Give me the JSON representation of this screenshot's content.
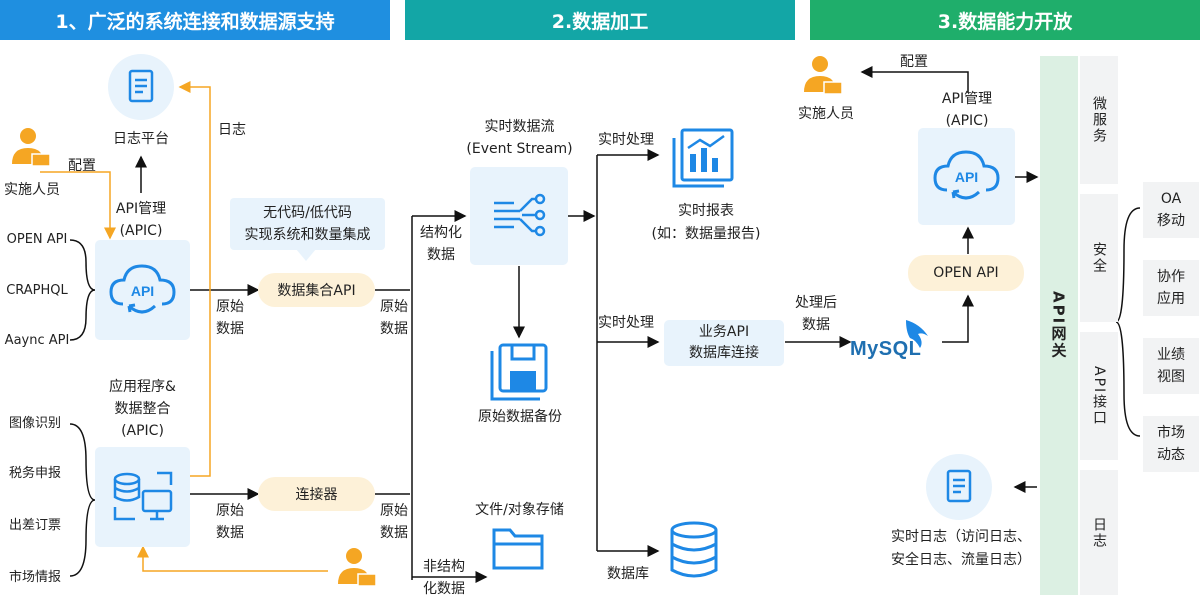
{
  "headers": [
    {
      "label": "1、广泛的系统连接和数据源支持",
      "color": "#1f8fe0"
    },
    {
      "label": "2.数据加工",
      "color": "#13a6a6"
    },
    {
      "label": "3.数据能力开放",
      "color": "#1fae6b"
    }
  ],
  "section1": {
    "log_platform": "日志平台",
    "log_label": "日志",
    "config_label": "配置",
    "implementer": "实施人员",
    "apic_title": "API管理\n(APIC)",
    "api_types": [
      "OPEN API",
      "CRAPHQL",
      "Aaync API"
    ],
    "app_title": "应用程序&\n数据整合\n(APIC)",
    "app_types": [
      "图像识别",
      "税务申报",
      "出差订票",
      "市场情报"
    ],
    "raw_data_1": "原始\n数据",
    "raw_data_2": "原始\n数据",
    "callout": "无代码/低代码\n实现系统和数量集成",
    "pill_integration": "数据集合API",
    "pill_connector": "连接器",
    "raw_data_3": "原始\n数据",
    "raw_data_4": "原始\n数据"
  },
  "section2": {
    "structured": "结构化\n数据",
    "unstructured": "非结构\n化数据",
    "stream_title": "实时数据流\n(Event Stream)",
    "backup": "原始数据备份",
    "file_storage": "文件/对象存储",
    "realtime_proc_1": "实时处理",
    "realtime_report": "实时报表\n(如：数据量报告)",
    "realtime_proc_2": "实时处理",
    "biz_api": "业务API\n数据库连接",
    "database": "数据库",
    "processed": "处理后\n数据",
    "mysql": "MySQL"
  },
  "section3": {
    "config_label": "配置",
    "implementer": "实施人员",
    "apic_title": "API管理\n(APIC)",
    "open_api": "OPEN API",
    "realtime_log": "实时日志（访问日志、\n安全日志、流量日志）",
    "gateway": "API网关",
    "gateway_items": [
      "微服务",
      "安全",
      "API接口",
      "日志"
    ],
    "apps": [
      "OA\n移动",
      "协作\n应用",
      "业绩\n视图",
      "市场\n动态"
    ]
  },
  "colors": {
    "arrow": "#111111",
    "orange": "#f5a623",
    "icon_blue": "#1e88e5",
    "person": "#f5a623"
  },
  "icons": [
    "document-icon",
    "cloud-api-icon",
    "database-desktop-icon",
    "person-icon",
    "stream-icon",
    "floppy-icon",
    "chart-report-icon",
    "folder-icon",
    "cylinder-db-icon"
  ]
}
